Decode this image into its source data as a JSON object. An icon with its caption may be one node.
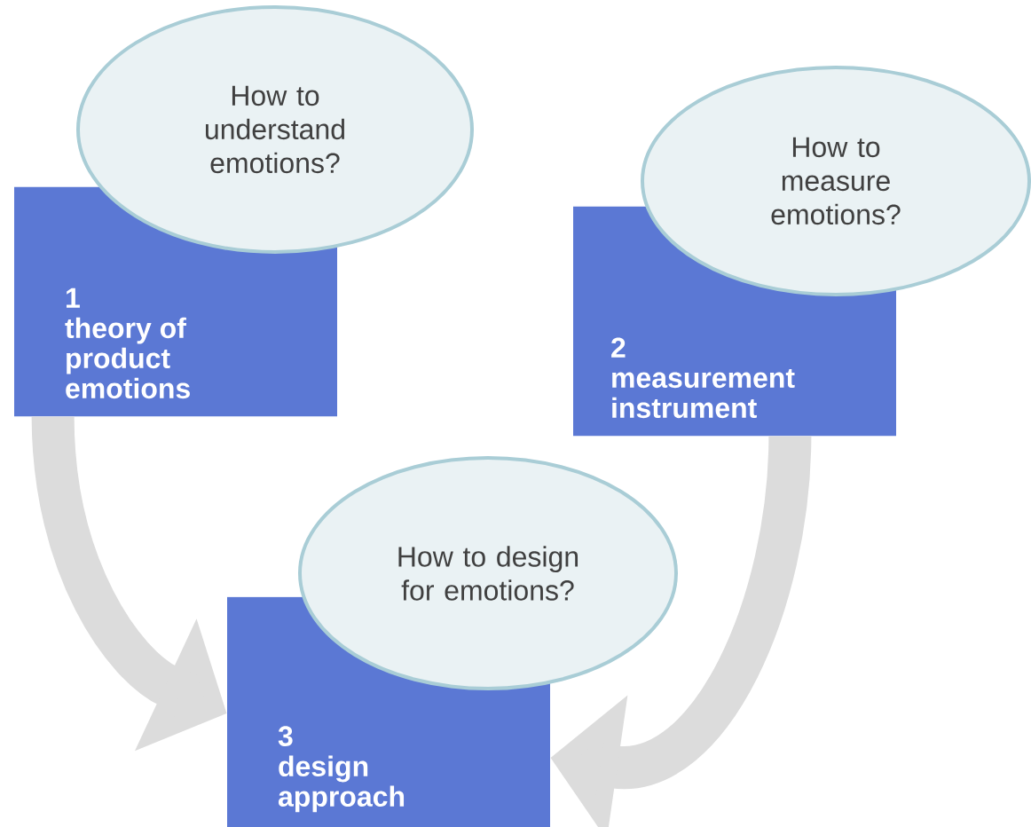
{
  "diagram": {
    "nodes": [
      {
        "text": [
          "How to understand emotions?"
        ]
      },
      {
        "text": [
          "1",
          "theory of product emotions"
        ]
      },
      {
        "text": [
          "How to measure emotions?"
        ]
      },
      {
        "text": [
          "2",
          "measurement instrument"
        ]
      },
      {
        "text": [
          "How to design for emotions?"
        ]
      },
      {
        "text": [
          "3",
          "design approach"
        ]
      }
    ],
    "edges": [
      {
        "from": 1,
        "to": 5,
        "arrow": "to"
      },
      {
        "from": 3,
        "to": 5,
        "arrow": "to"
      }
    ]
  }
}
